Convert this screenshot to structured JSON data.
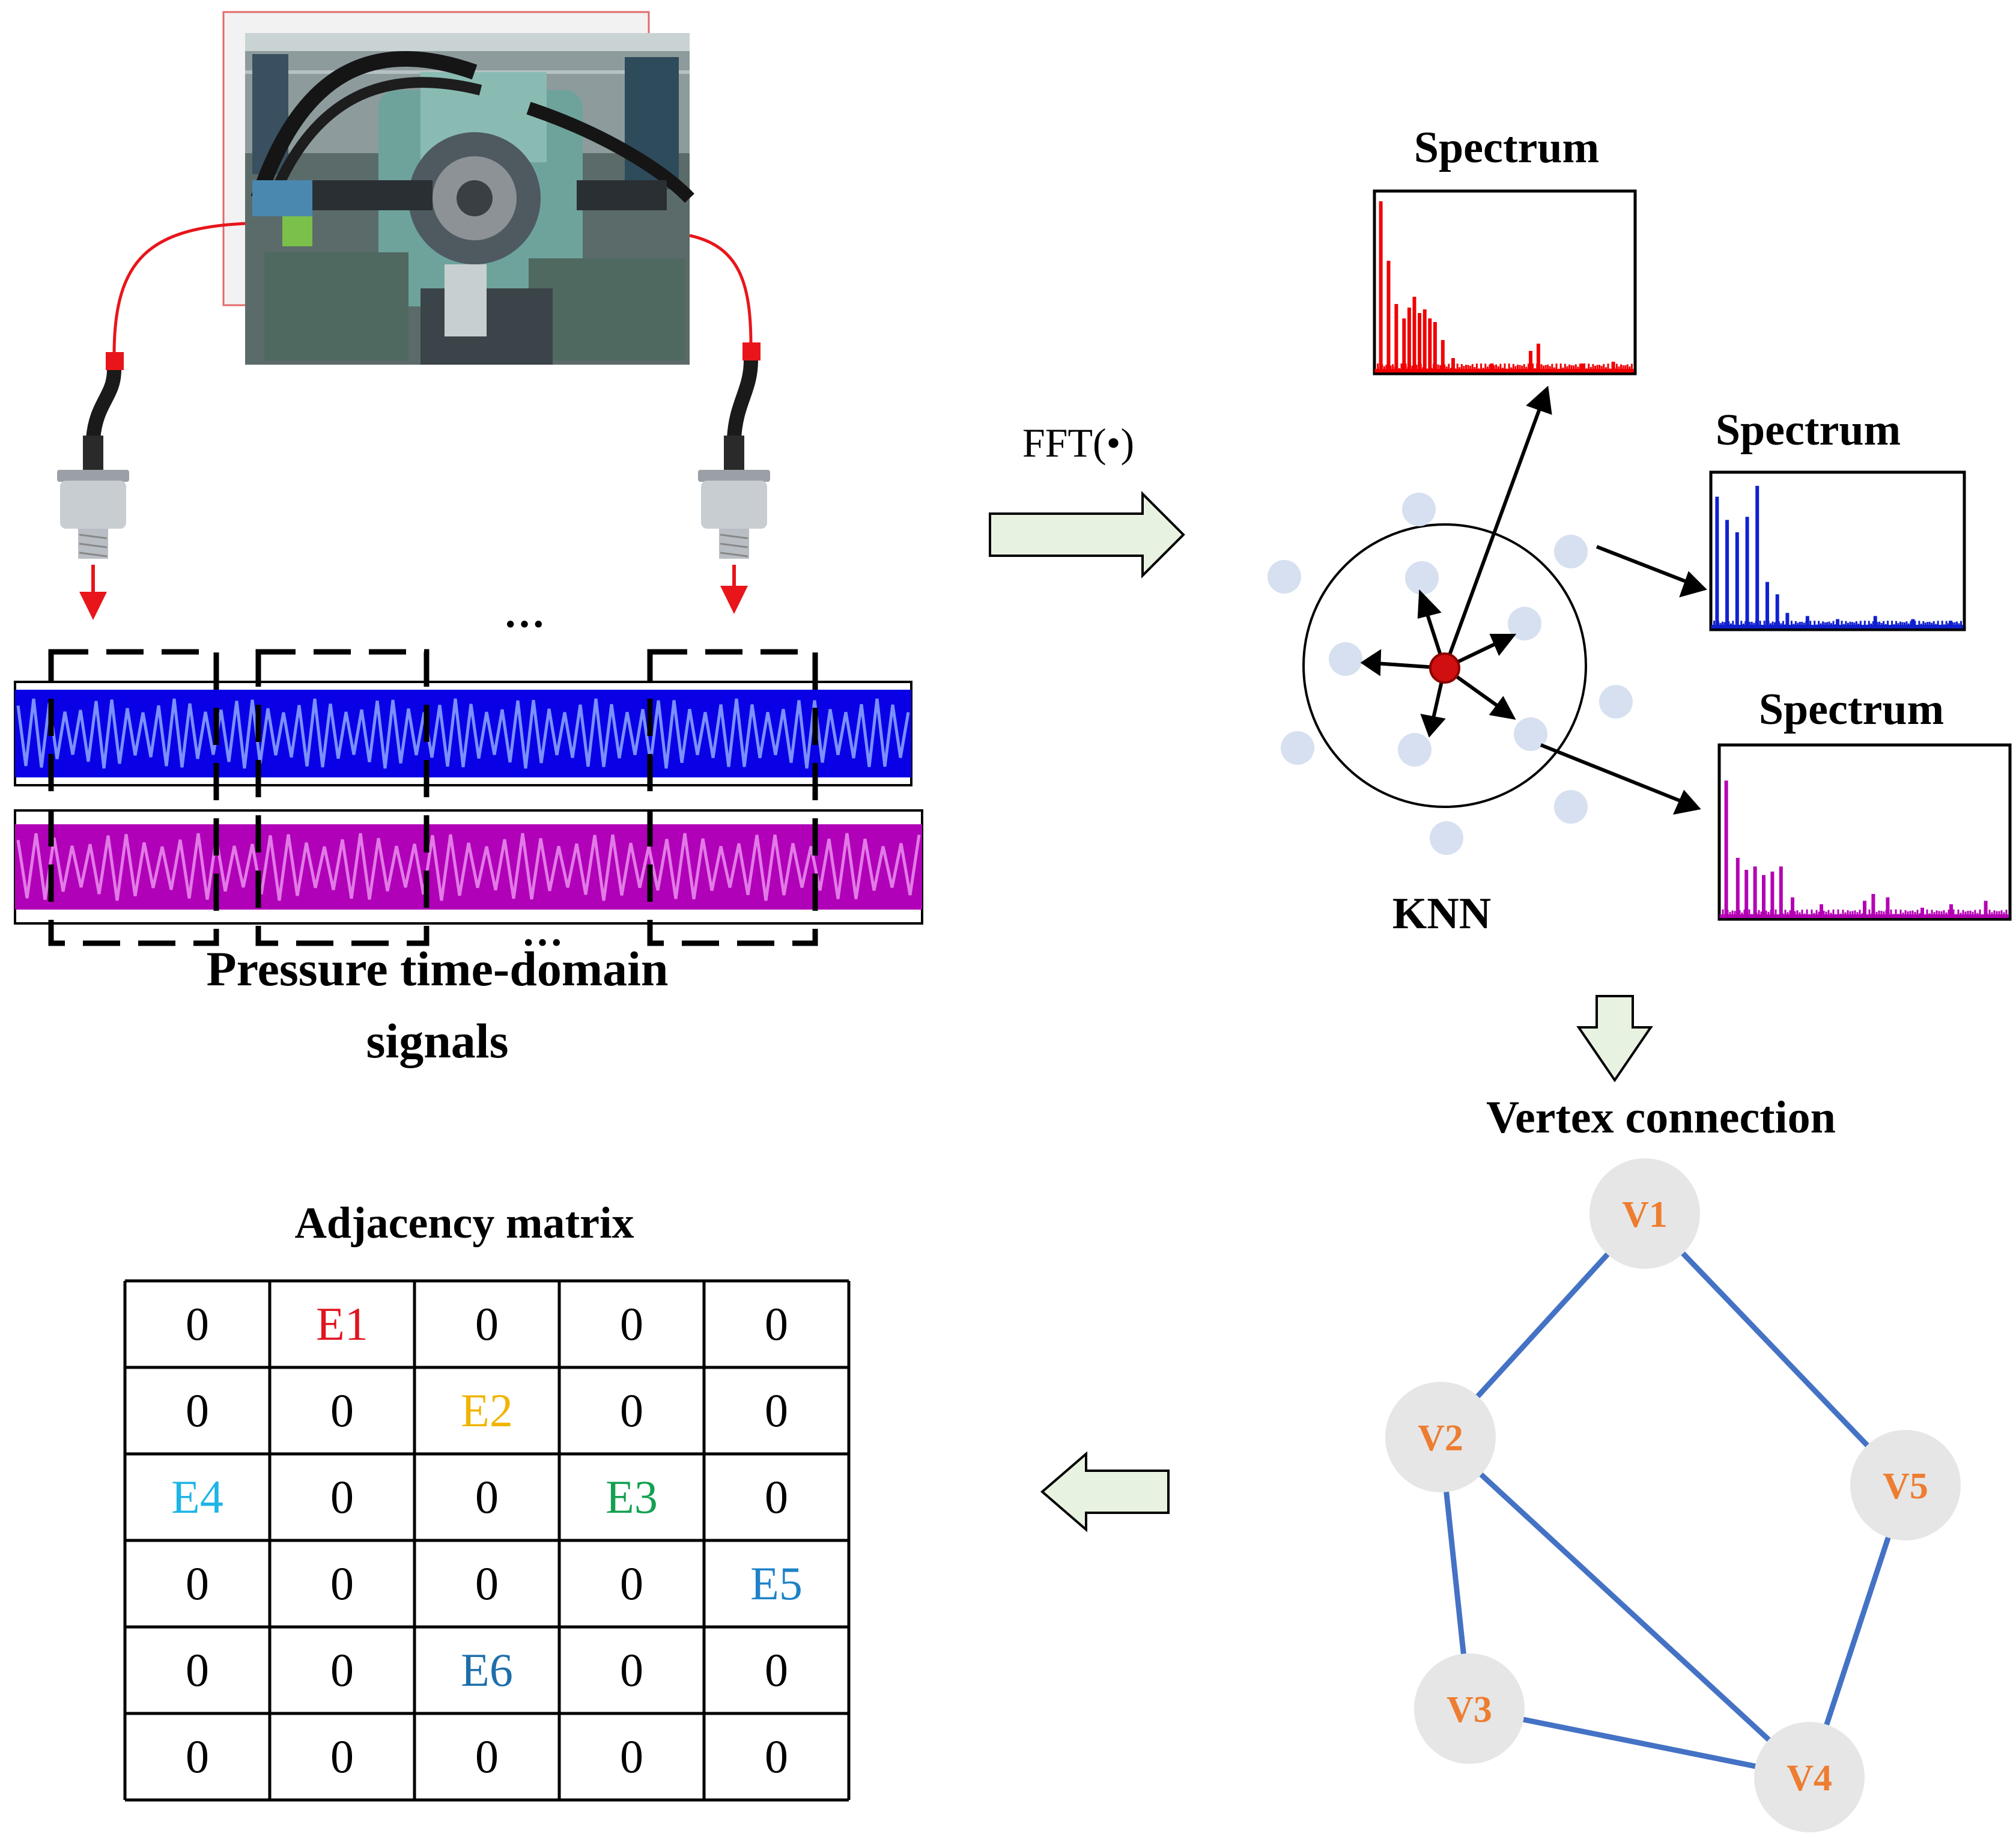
{
  "time_domain": {
    "label_line1": "Pressure time-domain",
    "label_line2": "signals",
    "dots_top": "···",
    "dots_bottom": "···",
    "colors": {
      "signal_1": "#0a00e6",
      "signal_2": "#b000b8",
      "sensor_lead": "#e8151b"
    }
  },
  "transform": {
    "label": "FFT(•)"
  },
  "knn": {
    "label": "KNN"
  },
  "spectra": [
    {
      "title": "Spectrum",
      "color": "#f00000"
    },
    {
      "title": "Spectrum",
      "color": "#1020d0"
    },
    {
      "title": "Spectrum",
      "color": "#b400b4"
    }
  ],
  "graph": {
    "title": "Vertex connection",
    "vertices": [
      "V1",
      "V2",
      "V3",
      "V4",
      "V5"
    ],
    "edges": [
      [
        "V1",
        "V2"
      ],
      [
        "V1",
        "V5"
      ],
      [
        "V2",
        "V3"
      ],
      [
        "V2",
        "V4"
      ],
      [
        "V3",
        "V4"
      ],
      [
        "V4",
        "V5"
      ]
    ],
    "colors": {
      "edge": "#4472c4",
      "vertex_fill": "#e6e6e6",
      "vertex_label": "#ed7d31"
    }
  },
  "matrix": {
    "title": "Adjacency matrix",
    "rows": [
      [
        {
          "t": "0",
          "c": "#000000"
        },
        {
          "t": "E1",
          "c": "#e0141e"
        },
        {
          "t": "0",
          "c": "#000000"
        },
        {
          "t": "0",
          "c": "#000000"
        },
        {
          "t": "0",
          "c": "#000000"
        }
      ],
      [
        {
          "t": "0",
          "c": "#000000"
        },
        {
          "t": "0",
          "c": "#000000"
        },
        {
          "t": "E2",
          "c": "#f0b400"
        },
        {
          "t": "0",
          "c": "#000000"
        },
        {
          "t": "0",
          "c": "#000000"
        }
      ],
      [
        {
          "t": "E4",
          "c": "#1eb4e6"
        },
        {
          "t": "0",
          "c": "#000000"
        },
        {
          "t": "0",
          "c": "#000000"
        },
        {
          "t": "E3",
          "c": "#14a050"
        },
        {
          "t": "0",
          "c": "#000000"
        }
      ],
      [
        {
          "t": "0",
          "c": "#000000"
        },
        {
          "t": "0",
          "c": "#000000"
        },
        {
          "t": "0",
          "c": "#000000"
        },
        {
          "t": "0",
          "c": "#000000"
        },
        {
          "t": "E5",
          "c": "#1e82c8"
        }
      ],
      [
        {
          "t": "0",
          "c": "#000000"
        },
        {
          "t": "0",
          "c": "#000000"
        },
        {
          "t": "E6",
          "c": "#1e6eaa"
        },
        {
          "t": "0",
          "c": "#000000"
        },
        {
          "t": "0",
          "c": "#000000"
        }
      ],
      [
        {
          "t": "0",
          "c": "#000000"
        },
        {
          "t": "0",
          "c": "#000000"
        },
        {
          "t": "0",
          "c": "#000000"
        },
        {
          "t": "0",
          "c": "#000000"
        },
        {
          "t": "0",
          "c": "#000000"
        }
      ]
    ]
  },
  "arrows": {
    "fill": "#e8f2e0"
  }
}
